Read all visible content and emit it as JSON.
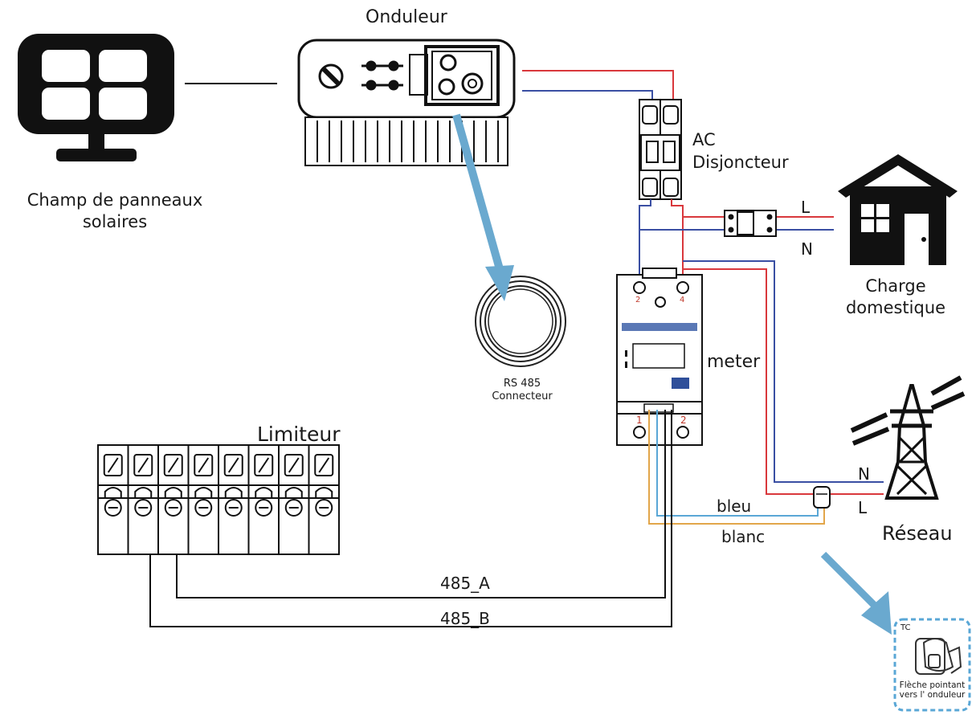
{
  "diagram": {
    "inverter_label": "Onduleur",
    "solar_label_line1": "Champ de panneaux",
    "solar_label_line2": "solaires",
    "breaker_label_line1": "AC",
    "breaker_label_line2": "Disjoncteur",
    "house_label_line1": "Charge",
    "house_label_line2": "domestique",
    "meter_label": "meter",
    "rs485_label_line1": "RS 485",
    "rs485_label_line2": "Connecteur",
    "limiter_label": "Limiteur",
    "grid_label": "Réseau",
    "wire_L_house": "L",
    "wire_N_house": "N",
    "wire_N_grid": "N",
    "wire_L_grid": "L",
    "wire_bleu": "bleu",
    "wire_blanc": "blanc",
    "bus_485A": "485_A",
    "bus_485B": "485_B",
    "ct_tag": "TC",
    "ct_note_line1": "Flèche pointant",
    "ct_note_line2": "vers l' onduleur",
    "meter_terminal_top_left": "2",
    "meter_terminal_top_right": "4",
    "meter_terminal_bottom_left": "1",
    "meter_terminal_bottom_right": "2"
  },
  "colors": {
    "live_red": "#d9383c",
    "neutral_blue": "#3a4fa3",
    "ct_blue": "#5aa7d6",
    "ct_white": "#e2a64a",
    "arrow_blue": "#6aa9cf"
  }
}
